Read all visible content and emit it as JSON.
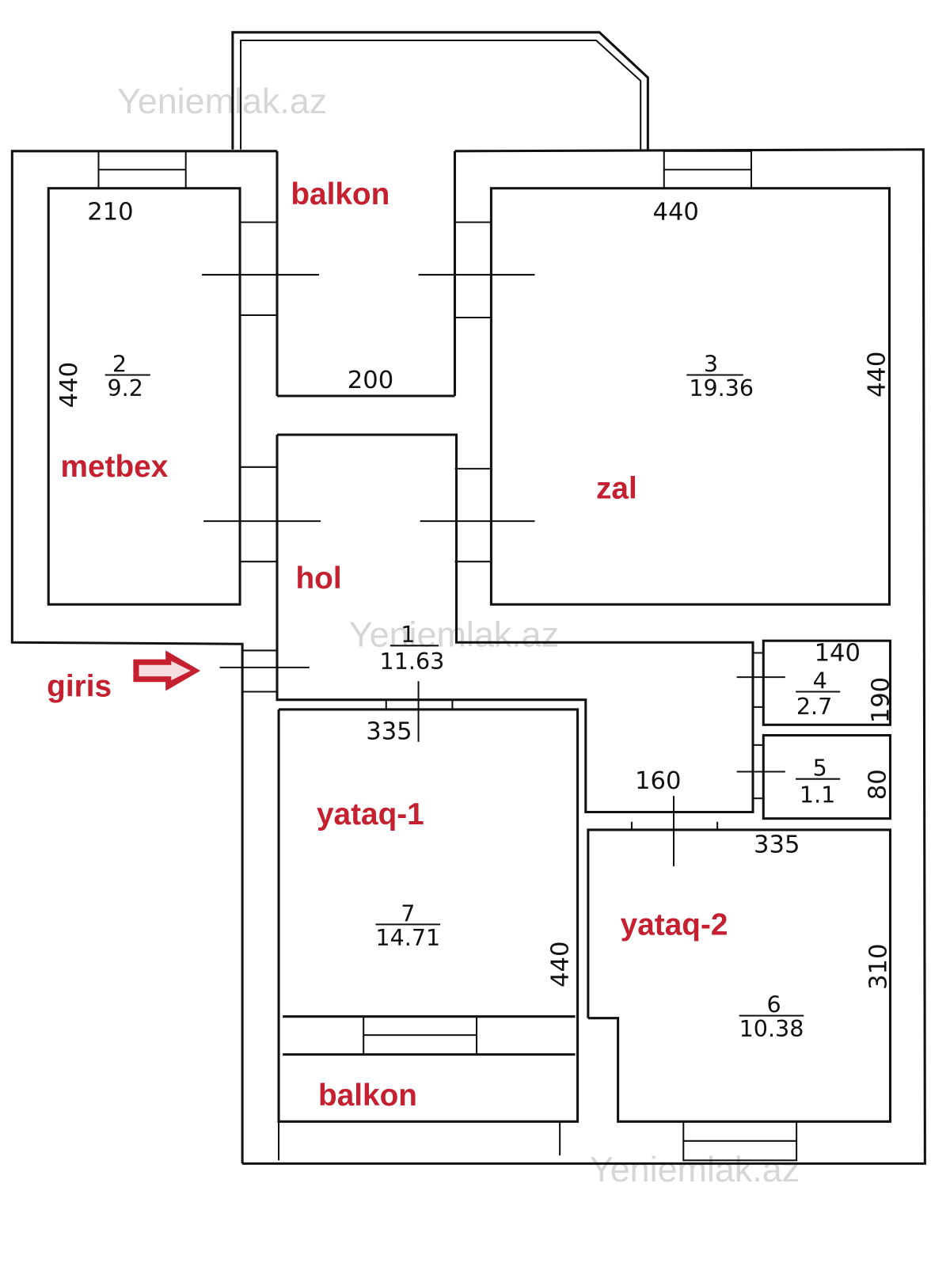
{
  "watermarks": [
    "Yeniemlak.az",
    "Yeniemlak.az",
    "Yeniemlak.az"
  ],
  "labels": {
    "balkon_top": "balkon",
    "metbex": "metbex",
    "zal": "zal",
    "hol": "hol",
    "giris": "giris",
    "yataq1": "yataq-1",
    "yataq2": "yataq-2",
    "balkon_bottom": "balkon"
  },
  "rooms": [
    {
      "id": "1",
      "number": "1",
      "area": "11.63",
      "name": "hol"
    },
    {
      "id": "2",
      "number": "2",
      "area": "9.2",
      "name": "metbex"
    },
    {
      "id": "3",
      "number": "3",
      "area": "19.36",
      "name": "zal"
    },
    {
      "id": "4",
      "number": "4",
      "area": "2.7",
      "name": ""
    },
    {
      "id": "5",
      "number": "5",
      "area": "1.1",
      "name": ""
    },
    {
      "id": "6",
      "number": "6",
      "area": "10.38",
      "name": "yataq-2"
    },
    {
      "id": "7",
      "number": "7",
      "area": "14.71",
      "name": "yataq-1"
    }
  ],
  "dimensions": {
    "metbex_width": "210",
    "metbex_height": "440",
    "balkon_width": "200",
    "zal_width": "440",
    "zal_height": "440",
    "room4_width": "140",
    "room4_height": "190",
    "room5_height": "80",
    "corridor_width": "160",
    "yataq1_width": "335",
    "yataq1_height": "440",
    "yataq2_width": "335",
    "yataq2_height": "310"
  },
  "colors": {
    "label": "#c4202f",
    "line": "#111111",
    "watermark": "#d6d6d6"
  },
  "icons": {
    "entrance_arrow": "arrow-right"
  }
}
